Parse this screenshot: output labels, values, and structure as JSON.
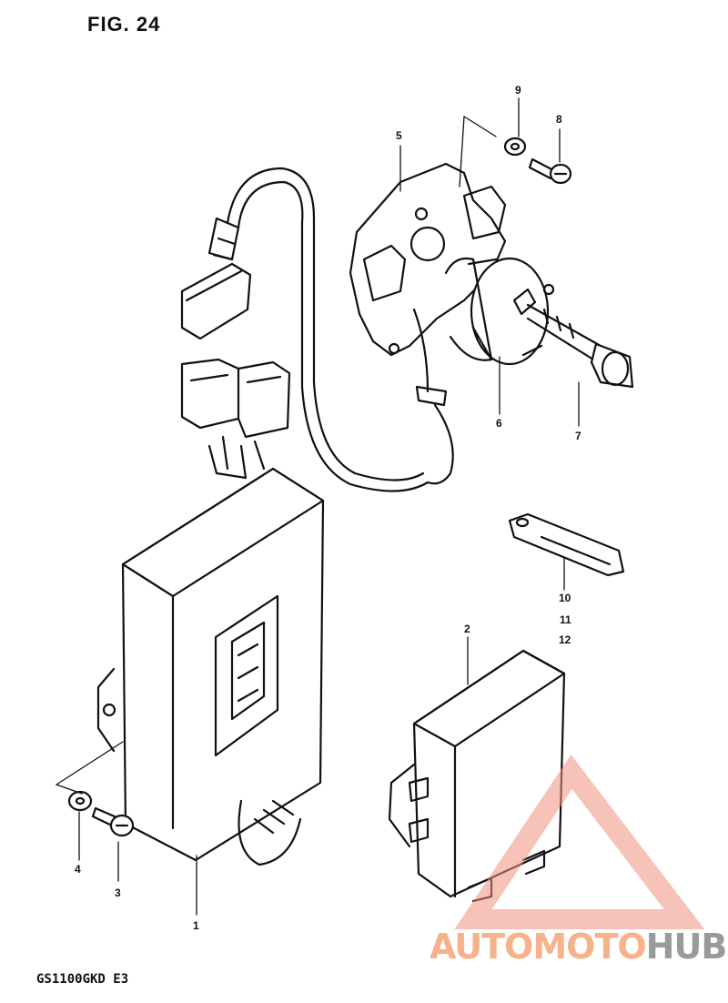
{
  "figure": {
    "title": "FIG. 24"
  },
  "model_code": "GS1100GKD E3",
  "callouts": [
    "1",
    "2",
    "3",
    "4",
    "5",
    "6",
    "7",
    "8",
    "9",
    "10",
    "11",
    "12"
  ],
  "watermark": {
    "part1": "AUTOMOTO",
    "part2": "HUB",
    "color_accent": "#f08f7d",
    "color_text": "#9a9a9a"
  }
}
